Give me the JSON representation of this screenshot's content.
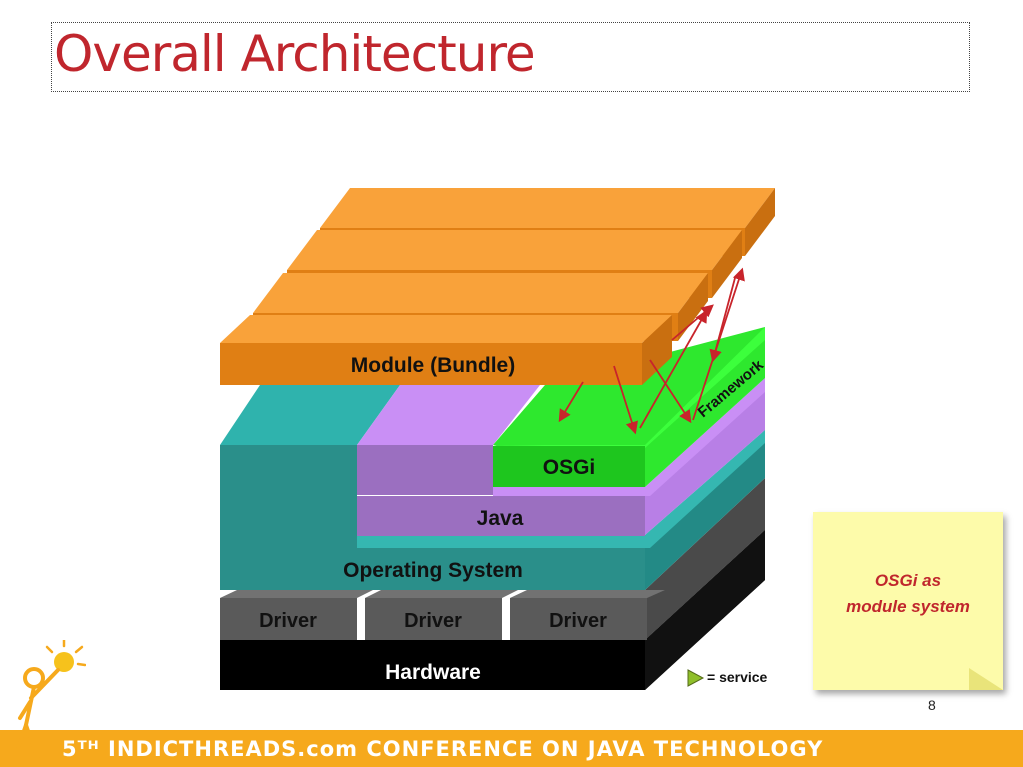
{
  "slide": {
    "title": "Overall Architecture",
    "page_number": "8"
  },
  "diagram": {
    "layers": {
      "hardware": "Hardware",
      "drivers": [
        "Driver",
        "Driver",
        "Driver"
      ],
      "operating_system": "Operating System",
      "java": "Java",
      "osgi": "OSGi",
      "framework": "Framework",
      "module": "Module (Bundle)"
    },
    "legend_text": "= service",
    "colors": {
      "module": "#f7941d",
      "framework": "#33ff33",
      "java": "#c58cf7",
      "operating_system": "#2e9e99",
      "driver": "#5a5a5a",
      "hardware": "#000000",
      "service_arrow": "#c8242b"
    }
  },
  "note": {
    "lines": [
      "OSGi as",
      "module system"
    ]
  },
  "footer": {
    "banner_text": "5ᵀᴴ INDICTHREADS.com CONFERENCE ON JAVA TECHNOLOGY"
  }
}
